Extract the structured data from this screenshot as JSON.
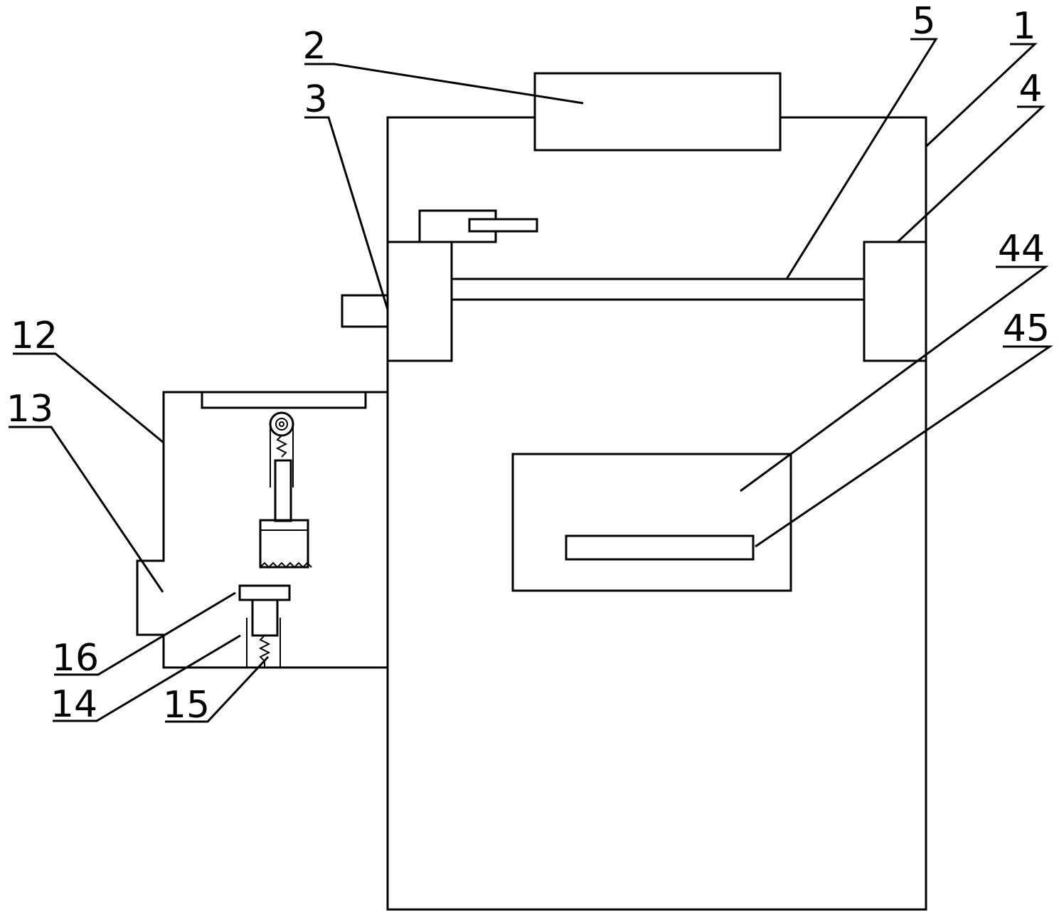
{
  "labels": {
    "n1": "1",
    "n2": "2",
    "n3": "3",
    "n4": "4",
    "n5": "5",
    "n12": "12",
    "n13": "13",
    "n14": "14",
    "n15": "15",
    "n16": "16",
    "n44": "44",
    "n45": "45"
  }
}
